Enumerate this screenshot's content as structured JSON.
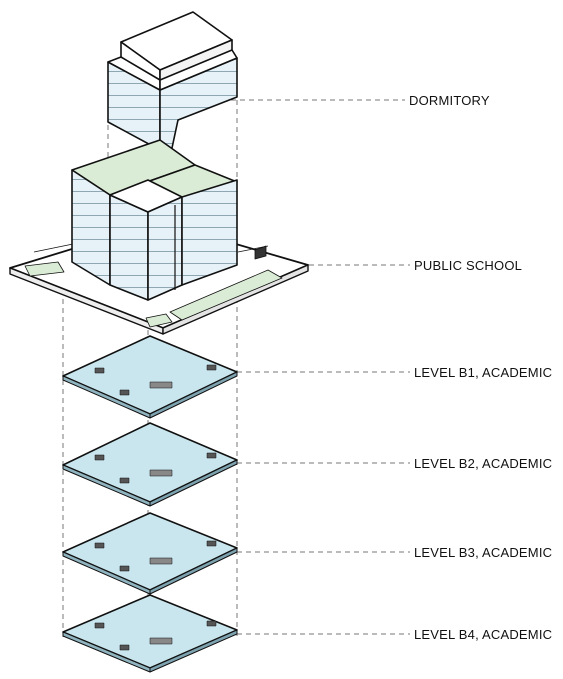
{
  "labels": {
    "dormitory": "DORMITORY",
    "public_school": "PUBLIC SCHOOL",
    "level_b1": "LEVEL B1, ACADEMIC",
    "level_b2": "LEVEL B2, ACADEMIC",
    "level_b3": "LEVEL B3, ACADEMIC",
    "level_b4": "LEVEL B4, ACADEMIC"
  },
  "colors": {
    "facade": "#e6f2f7",
    "facade_shade": "#cfe3ee",
    "green_roof": "#dbecd6",
    "slab": "#c9e6ee",
    "line": "#111111",
    "guide": "#777777"
  }
}
